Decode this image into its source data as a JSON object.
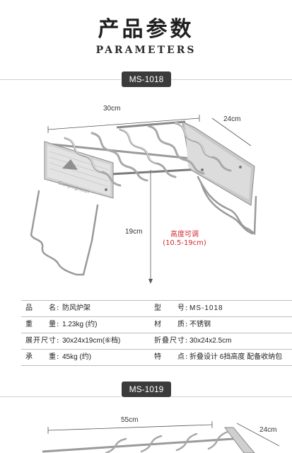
{
  "header": {
    "title_cn": "产品参数",
    "title_en": "PARAMETERS"
  },
  "product_1": {
    "model": "MS-1018",
    "width": "30cm",
    "depth": "24cm",
    "height": "19cm",
    "adjust_label": "高度可调",
    "adjust_range": "(10.5-19cm)",
    "logo_text": "Campingmoon"
  },
  "specs": [
    {
      "k1": "品　　名:",
      "v1": "防风炉架",
      "k2": "型　　号:",
      "v2": "MS-1018"
    },
    {
      "k1": "重　　量:",
      "v1": "1.23kg (约)",
      "k2": "材　　质:",
      "v2": "不锈钢"
    },
    {
      "k1": "展开尺寸:",
      "v1": "30x24x19cm(⑥档)",
      "k2": "折叠尺寸:",
      "v2": "30x24x2.5cm"
    },
    {
      "k1": "承　　重:",
      "v1": "45kg (约)",
      "k2": "特　　点:",
      "v2": "折叠设计 6挡高度 配备收纳包"
    }
  ],
  "product_2": {
    "model": "MS-1019",
    "width": "55cm",
    "depth": "24cm"
  }
}
